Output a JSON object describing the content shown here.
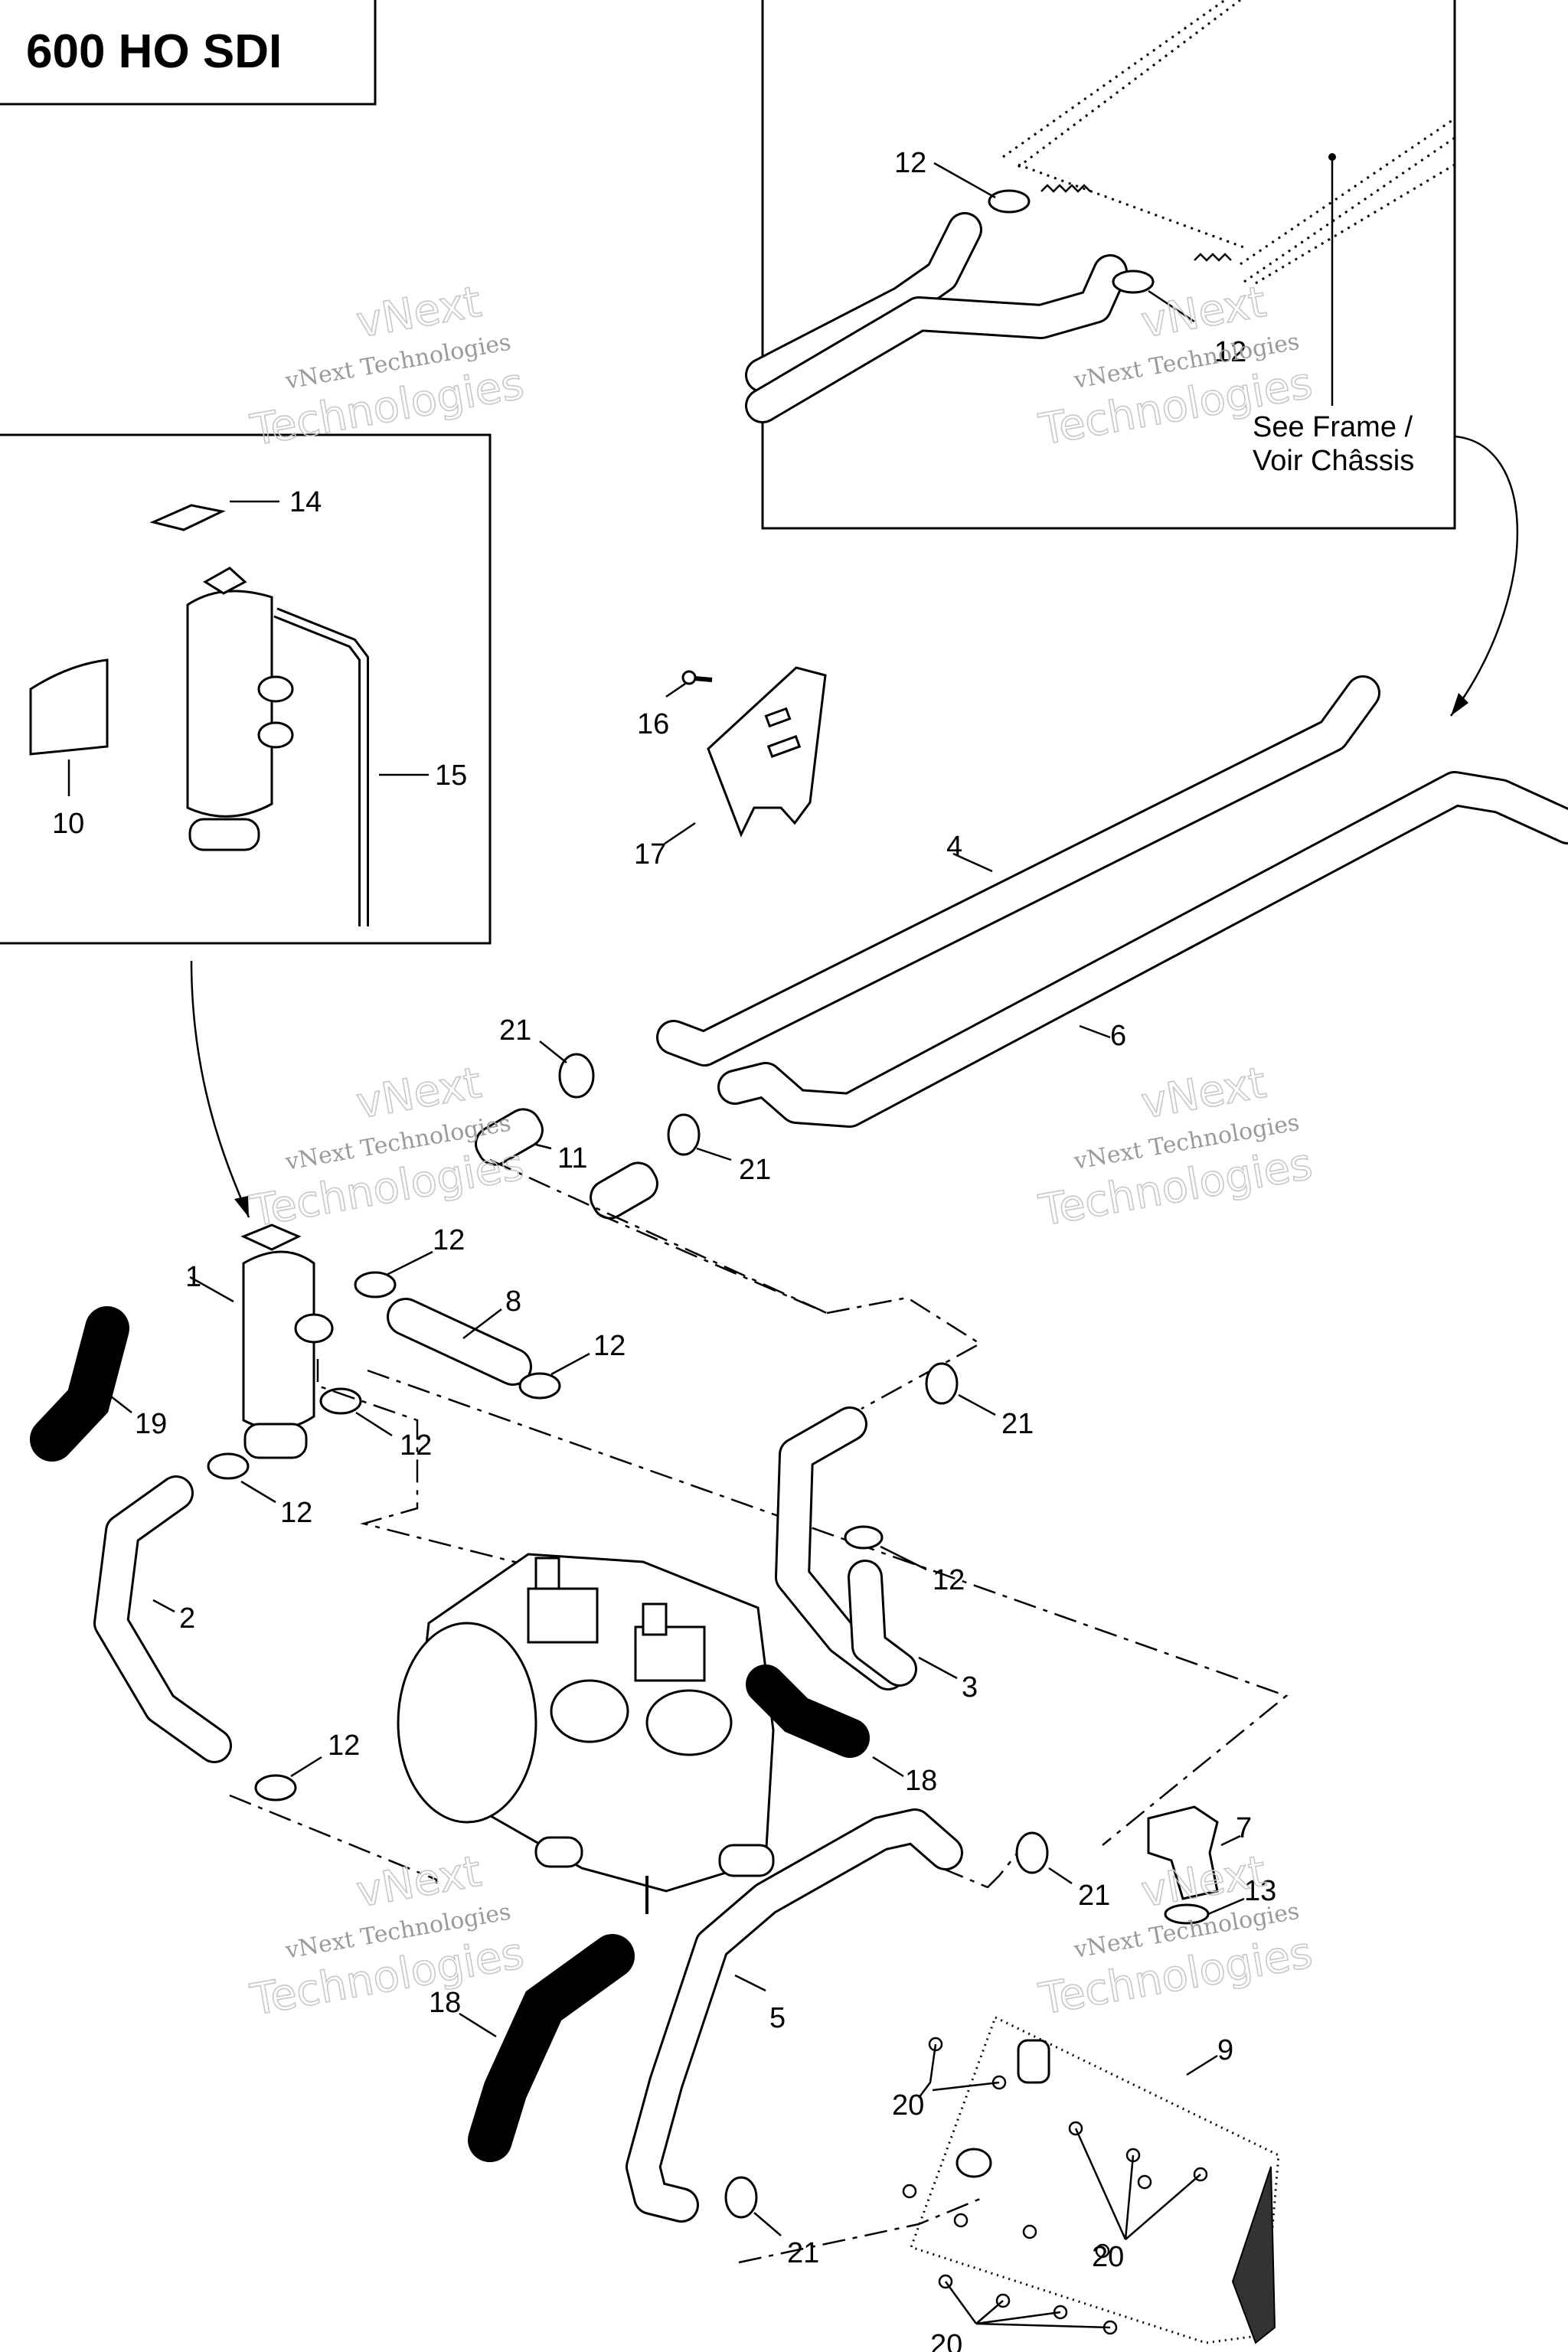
{
  "title": "600 HO SDI",
  "frame_note": {
    "line1": "See Frame /",
    "line2": "Voir Châssis"
  },
  "watermark": {
    "small": "vNext Technologies",
    "big": "Technologies",
    "top": "vNext"
  },
  "callouts": {
    "c1": "1",
    "c2": "2",
    "c3": "3",
    "c4": "4",
    "c5": "5",
    "c6": "6",
    "c7": "7",
    "c8": "8",
    "c9": "9",
    "c10": "10",
    "c11": "11",
    "c12": "12",
    "c13": "13",
    "c14": "14",
    "c15": "15",
    "c16": "16",
    "c17": "17",
    "c18": "18",
    "c19": "19",
    "c20": "20",
    "c21": "21"
  },
  "icons": [
    "reservoir-icon",
    "hose-icon",
    "clamp-icon",
    "engine-icon",
    "cap-icon",
    "bracket-icon",
    "screw-icon",
    "decal-icon"
  ]
}
